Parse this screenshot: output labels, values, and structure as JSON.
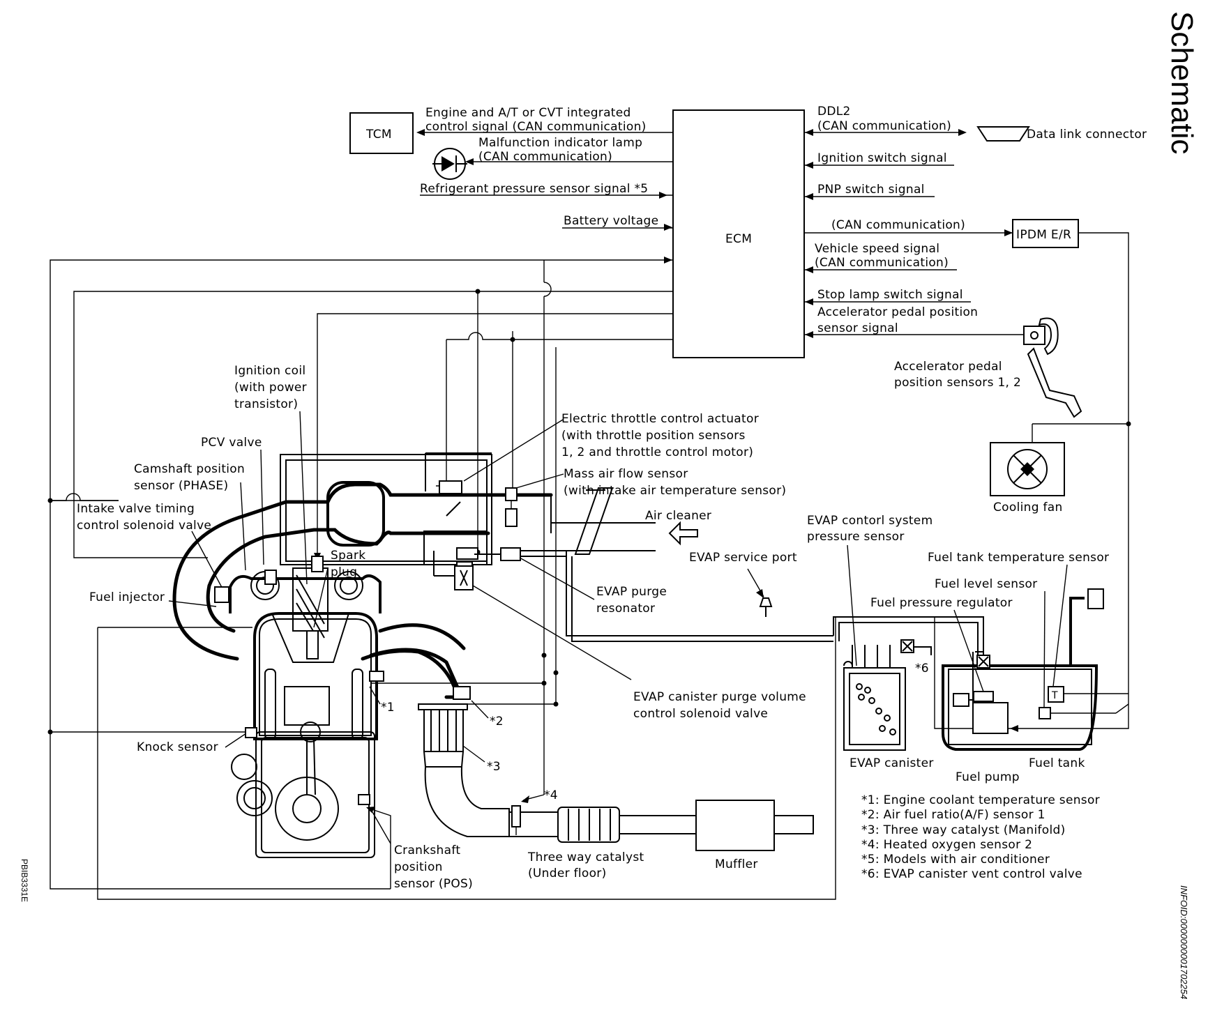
{
  "side": {
    "section_title": "Schematic",
    "info_id": "INFOID:0000000001702254",
    "drawing_code": "PBIB3331E"
  },
  "ecm": {
    "label": "ECM",
    "left_signals": [
      "Engine and A/T or CVT integrated",
      "control signal (CAN communication)",
      "Malfunction indicator lamp",
      "(CAN communication)",
      "Refrigerant pressure sensor signal *5",
      "Battery voltage"
    ],
    "right_signals": [
      "DDL2",
      "(CAN communication)",
      "Ignition switch signal",
      "PNP switch signal",
      "(CAN communication)",
      "Vehicle speed signal",
      "(CAN communication)",
      "Stop lamp switch signal",
      "Accelerator pedal position",
      "sensor signal"
    ]
  },
  "modules": {
    "tcm": "TCM",
    "ipdm": "IPDM E/R",
    "data_link_connector": "Data link connector",
    "accelerator_pedal_sensors": [
      "Accelerator pedal",
      "position sensors 1, 2"
    ],
    "cooling_fan": "Cooling fan"
  },
  "engine_labels": {
    "ignition_coil": [
      "Ignition coil",
      "(with power",
      "transistor)"
    ],
    "pcv_valve": "PCV valve",
    "camshaft_sensor": [
      "Camshaft position",
      "sensor (PHASE)"
    ],
    "intake_valve_timing": [
      "Intake valve timing",
      "control solenoid valve"
    ],
    "spark_plug": [
      "Spark",
      "plug"
    ],
    "fuel_injector": "Fuel injector",
    "knock_sensor": "Knock sensor",
    "crankshaft_sensor": [
      "Crankshaft",
      "position",
      "sensor (POS)"
    ],
    "throttle_actuator": [
      "Electric throttle control actuator",
      "(with throttle position sensors",
      "1, 2 and throttle control motor)"
    ],
    "mass_air_flow": [
      "Mass air flow sensor",
      "(with intake air temperature sensor)"
    ],
    "air_cleaner": "Air cleaner",
    "evap_service_port": "EVAP service port",
    "evap_purge_resonator": [
      "EVAP purge",
      "resonator"
    ],
    "evap_purge_solenoid": [
      "EVAP canister purge volume",
      "control solenoid valve"
    ],
    "marker_1": "*1",
    "marker_2": "*2",
    "marker_3": "*3",
    "marker_4": "*4",
    "marker_6": "*6"
  },
  "exhaust_labels": {
    "three_way_catalyst": [
      "Three way catalyst",
      "(Under floor)"
    ],
    "muffler": "Muffler"
  },
  "fuel_labels": {
    "evap_pressure_sensor": [
      "EVAP contorl system",
      "pressure sensor"
    ],
    "fuel_tank_temp": "Fuel tank temperature sensor",
    "fuel_level": "Fuel level sensor",
    "fuel_pressure_regulator": "Fuel pressure regulator",
    "evap_canister": "EVAP canister",
    "fuel_pump": "Fuel pump",
    "fuel_tank": "Fuel tank"
  },
  "footnotes": [
    "*1: Engine coolant temperature sensor",
    "*2: Air fuel ratio(A/F) sensor 1",
    "*3: Three way catalyst (Manifold)",
    "*4: Heated oxygen sensor 2",
    "*5: Models with air conditioner",
    "*6: EVAP canister vent control valve"
  ]
}
